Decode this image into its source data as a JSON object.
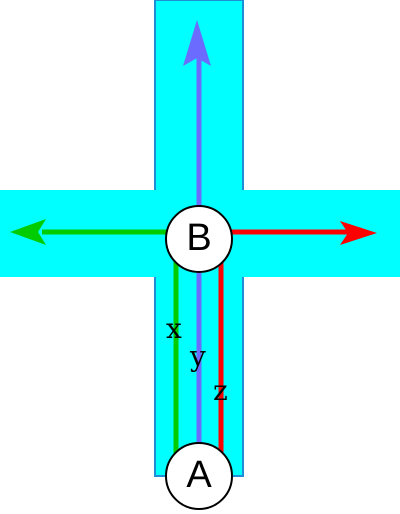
{
  "colors": {
    "road_fill": "#00ffff",
    "road_edge": "#1e8fd6",
    "path_x": "#00cc00",
    "path_y": "#6b6bff",
    "path_z": "#ff0000",
    "node_fill": "#ffffff",
    "node_stroke": "#000000",
    "text": "#000000"
  },
  "nodes": {
    "a": "A",
    "b": "B"
  },
  "paths": {
    "x": "x",
    "y": "y",
    "z": "z"
  }
}
